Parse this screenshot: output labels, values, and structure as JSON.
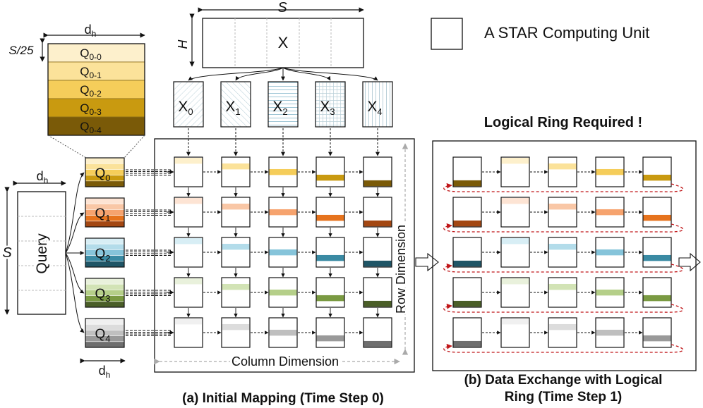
{
  "legend": {
    "label": "A STAR Computing Unit"
  },
  "dims": {
    "s_top": "S",
    "h_left": "H",
    "dh_top": "d",
    "dh_sub": "h",
    "s25": "S/25",
    "s_left": "S",
    "dh_bottom": "d"
  },
  "x_block": {
    "label": "X"
  },
  "x_parts": [
    {
      "main": "X",
      "sub": "0"
    },
    {
      "main": "X",
      "sub": "1"
    },
    {
      "main": "X",
      "sub": "2"
    },
    {
      "main": "X",
      "sub": "3"
    },
    {
      "main": "X",
      "sub": "4"
    }
  ],
  "q_detail": [
    {
      "main": "Q",
      "sub": "0-0"
    },
    {
      "main": "Q",
      "sub": "0-1"
    },
    {
      "main": "Q",
      "sub": "0-2"
    },
    {
      "main": "Q",
      "sub": "0-3"
    },
    {
      "main": "Q",
      "sub": "0-4"
    }
  ],
  "query": {
    "label": "Query"
  },
  "q_blocks": [
    {
      "main": "Q",
      "sub": "0"
    },
    {
      "main": "Q",
      "sub": "1"
    },
    {
      "main": "Q",
      "sub": "2"
    },
    {
      "main": "Q",
      "sub": "3"
    },
    {
      "main": "Q",
      "sub": "4"
    }
  ],
  "colors": {
    "q0": [
      "#fdf0cc",
      "#fbe29a",
      "#f5cd5a",
      "#c99a10",
      "#7a5a08"
    ],
    "q1": [
      "#fde4d4",
      "#f9c7a6",
      "#f6a36e",
      "#e6731d",
      "#a34712"
    ],
    "q2": [
      "#d8eef5",
      "#b3dcea",
      "#86c4da",
      "#3a8aa3",
      "#1f5566"
    ],
    "q3": [
      "#e9f1dc",
      "#d2e3b5",
      "#b5cf89",
      "#7a9a42",
      "#4a5e28"
    ],
    "q4": [
      "#f0f0f0",
      "#dcdcdc",
      "#bfbfbf",
      "#999999",
      "#6e6e6e"
    ],
    "ring_red": "#c0171a"
  },
  "panel_a": {
    "row_dimension": "Row Dimension",
    "column_dimension": "Column Dimension",
    "caption": "(a) Initial Mapping (Time Step 0)"
  },
  "panel_b": {
    "title": "Logical Ring Required !",
    "caption_line1": "(b) Data Exchange with Logical",
    "caption_line2": "Ring (Time Step 1)"
  }
}
